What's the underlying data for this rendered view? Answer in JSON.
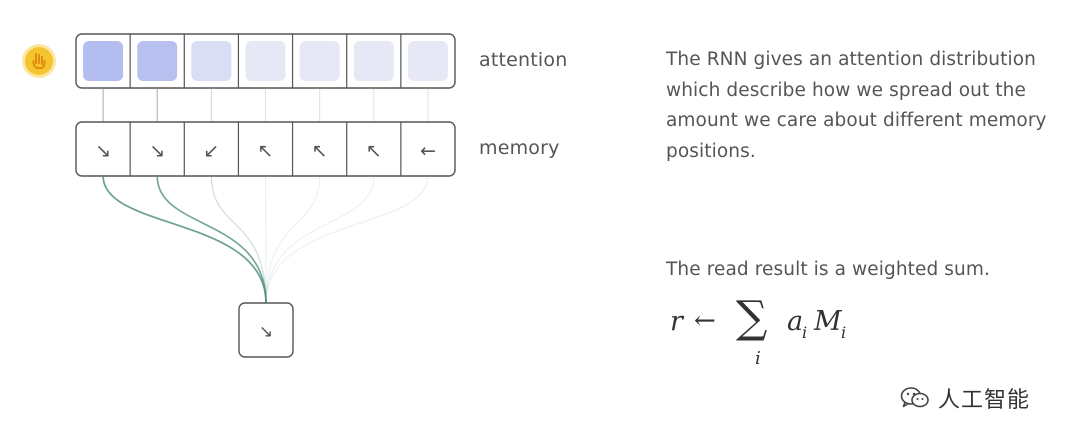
{
  "diagram": {
    "attention_label": "attention",
    "memory_label": "memory",
    "attention_weights": [
      0.9,
      0.85,
      0.3,
      0.1,
      0.1,
      0.1,
      0.1
    ],
    "memory_arrows": [
      "↘",
      "↘",
      "↙",
      "↖",
      "↖",
      "↖",
      "←"
    ],
    "read_result_arrow": "↘",
    "colors": {
      "attention": "#aeb8ee",
      "connector": "#4a8a7e",
      "border": "#555555"
    }
  },
  "text": {
    "attention_desc": "The RNN gives an attention distribution which describe how we spread out the amount we care about different memory positions.",
    "read_desc": "The read result is a weighted sum.",
    "formula": {
      "r": "r",
      "arrow": "←",
      "sum": "∑",
      "sub": "i",
      "a": "a",
      "M": "M"
    }
  },
  "watermark": {
    "text": "人工智能"
  }
}
